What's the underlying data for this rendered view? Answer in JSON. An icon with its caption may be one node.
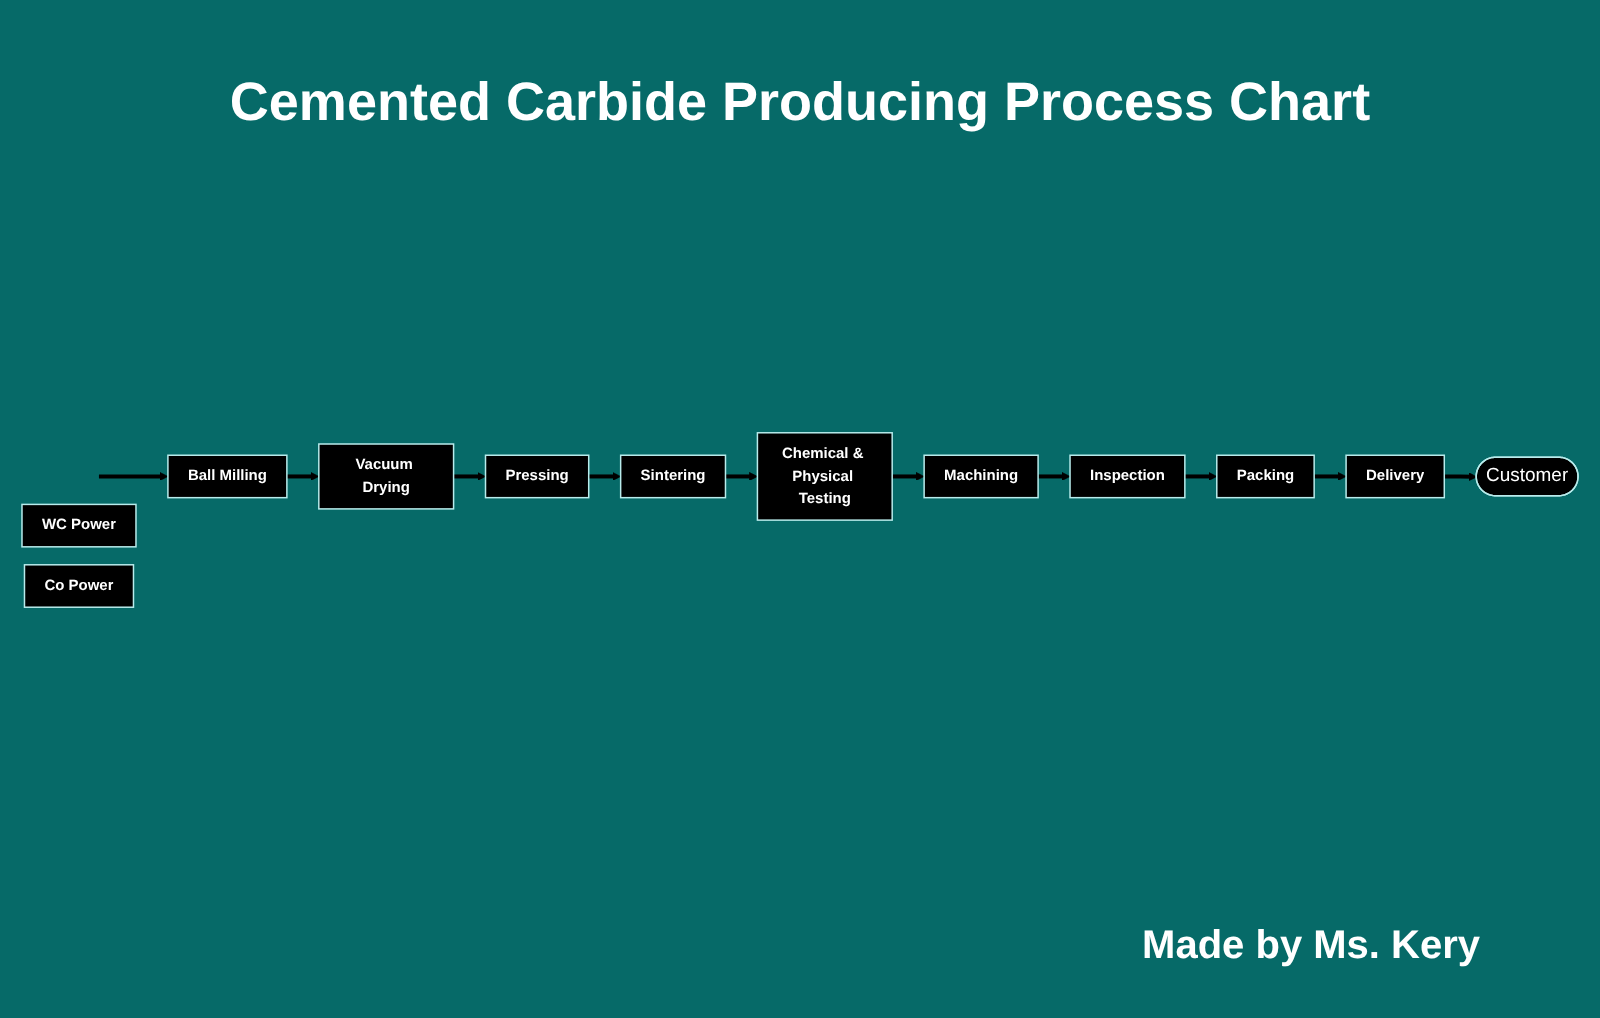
{
  "diagram": {
    "title": "Cemented Carbide Producing Process Chart",
    "nodes": [
      {
        "text": [
          "WC Power"
        ]
      },
      {
        "text": [
          "Ball Milling"
        ]
      },
      {
        "text": [
          "Vacuum Drying"
        ]
      },
      {
        "text": [
          "Pressing"
        ]
      },
      {
        "text": [
          "Sintering"
        ]
      },
      {
        "text": [
          "Chemical & Physical Testing"
        ]
      },
      {
        "text": [
          "Co Power"
        ]
      },
      {
        "text": [
          "Customer"
        ]
      },
      {
        "text": [
          "Delivery"
        ]
      },
      {
        "text": [
          "Packing"
        ]
      },
      {
        "text": [
          "Inspection"
        ]
      },
      {
        "text": [
          "Machining"
        ]
      }
    ],
    "edges": [
      {
        "from": null,
        "to": 1,
        "arrow": "to"
      },
      {
        "from": 1,
        "to": 2,
        "arrow": "to"
      },
      {
        "from": 2,
        "to": 3,
        "arrow": "to"
      },
      {
        "from": 3,
        "to": 4,
        "arrow": "to"
      },
      {
        "from": 4,
        "to": 5,
        "arrow": "to"
      },
      {
        "from": 5,
        "to": 11,
        "arrow": "to"
      },
      {
        "from": 11,
        "to": 10,
        "arrow": "to"
      },
      {
        "from": 10,
        "to": 9,
        "arrow": "to"
      },
      {
        "from": 9,
        "to": 8,
        "arrow": "to"
      },
      {
        "from": 8,
        "to": 7,
        "arrow": "to"
      }
    ],
    "labels": [
      "Made by Ms. Kery"
    ]
  }
}
